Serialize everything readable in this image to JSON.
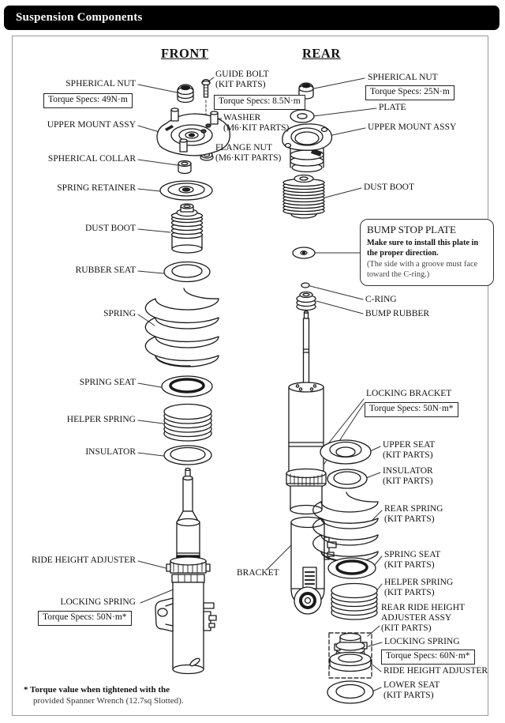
{
  "title": "Suspension Components",
  "colors": {
    "title_bar_bg": "#000000",
    "title_bar_text": "#ffffff",
    "line_art": "#1a1a1a"
  },
  "front": {
    "heading": "FRONT",
    "labels": {
      "spherical_nut": "SPHERICAL NUT",
      "spherical_nut_torque": "Torque Specs: 49N·m",
      "guide_bolt": "GUIDE BOLT\n(KIT PARTS)",
      "guide_bolt_torque": "Torque Specs: 8.5N·m",
      "washer": "WASHER\n(M6·KIT PARTS)",
      "upper_mount_assy": "UPPER MOUNT ASSY",
      "flange_nut": "FLANGE NUT\n(M6·KIT PARTS)",
      "spherical_collar": "SPHERICAL COLLAR",
      "spring_retainer": "SPRING RETAINER",
      "dust_boot": "DUST BOOT",
      "rubber_seat": "RUBBER SEAT",
      "spring": "SPRING",
      "spring_seat": "SPRING SEAT",
      "helper_spring": "HELPER SPRING",
      "insulator": "INSULATOR",
      "ride_height_adjuster": "RIDE HEIGHT ADJUSTER",
      "locking_spring": "LOCKING SPRING",
      "locking_spring_torque": "Torque Specs: 50N·m*"
    }
  },
  "rear": {
    "heading": "REAR",
    "labels": {
      "spherical_nut": "SPHERICAL NUT",
      "spherical_nut_torque": "Torque Specs: 25N·m",
      "plate": "PLATE",
      "upper_mount_assy": "UPPER MOUNT ASSY",
      "dust_boot": "DUST BOOT",
      "bump_stop_plate_title": "BUMP STOP PLATE",
      "bump_stop_plate_note1": "Make sure to install this plate in the proper direction.",
      "bump_stop_plate_note2": "(The side with a groove must face toward the C-ring.)",
      "c_ring": "C-RING",
      "bump_rubber": "BUMP RUBBER",
      "locking_bracket": "LOCKING BRACKET",
      "locking_bracket_torque": "Torque Specs: 50N·m*",
      "upper_seat": "UPPER SEAT\n(KIT PARTS)",
      "insulator": "INSULATOR\n(KIT PARTS)",
      "rear_spring": "REAR SPRING\n(KIT PARTS)",
      "bracket": "BRACKET",
      "spring_seat": "SPRING SEAT\n(KIT PARTS)",
      "helper_spring": "HELPER SPRING\n(KIT PARTS)",
      "rear_ride_height_adjuster_assy": "REAR RIDE HEIGHT\nADJUSTER ASSY\n(KIT PARTS)",
      "locking_spring": "LOCKING SPRING",
      "locking_spring_torque": "Torque Specs: 60N·m*",
      "ride_height_adjuster": "RIDE HEIGHT ADJUSTER",
      "lower_seat": "LOWER SEAT\n(KIT PARTS)"
    }
  },
  "footnote": {
    "line1": "* Torque value when tightened with the",
    "line2": "provided Spanner Wrench (12.7sq Slotted)."
  }
}
